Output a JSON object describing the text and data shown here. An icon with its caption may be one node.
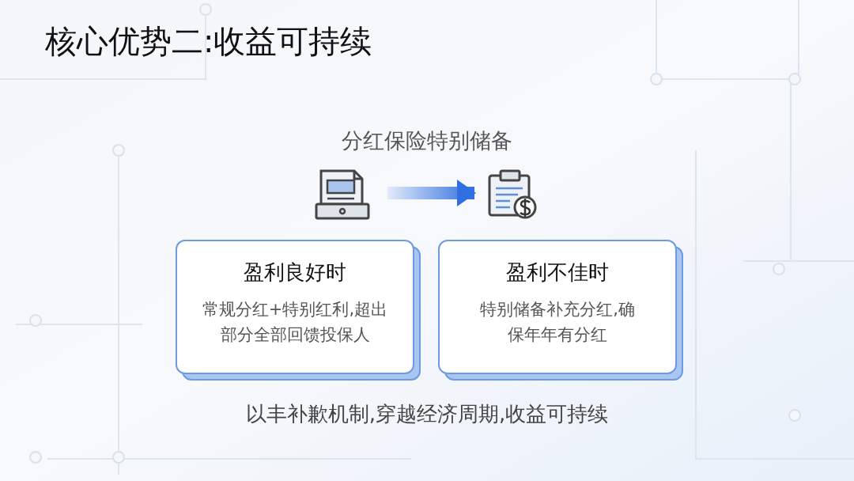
{
  "diagram": {
    "title": "核心优势二:收益可持续",
    "nodes": [
      {
        "text": [],
        "shape": "picture"
      },
      {
        "text": [],
        "shape": "picture"
      },
      {
        "text": [
          "盈利良好时",
          "常规分红+特别红利,超出部分全部回馈投保人"
        ]
      },
      {
        "text": [
          "盈利不佳时",
          "特别储备补充分红,确保年年有分红"
        ]
      }
    ],
    "edges": [
      {
        "from": 0,
        "to": 1,
        "arrow": "to",
        "color": "#2f6fe0"
      }
    ],
    "labels": [
      "分红保险特别储备",
      "以丰补歉机制,穿越经济周期,收益可持续"
    ]
  }
}
